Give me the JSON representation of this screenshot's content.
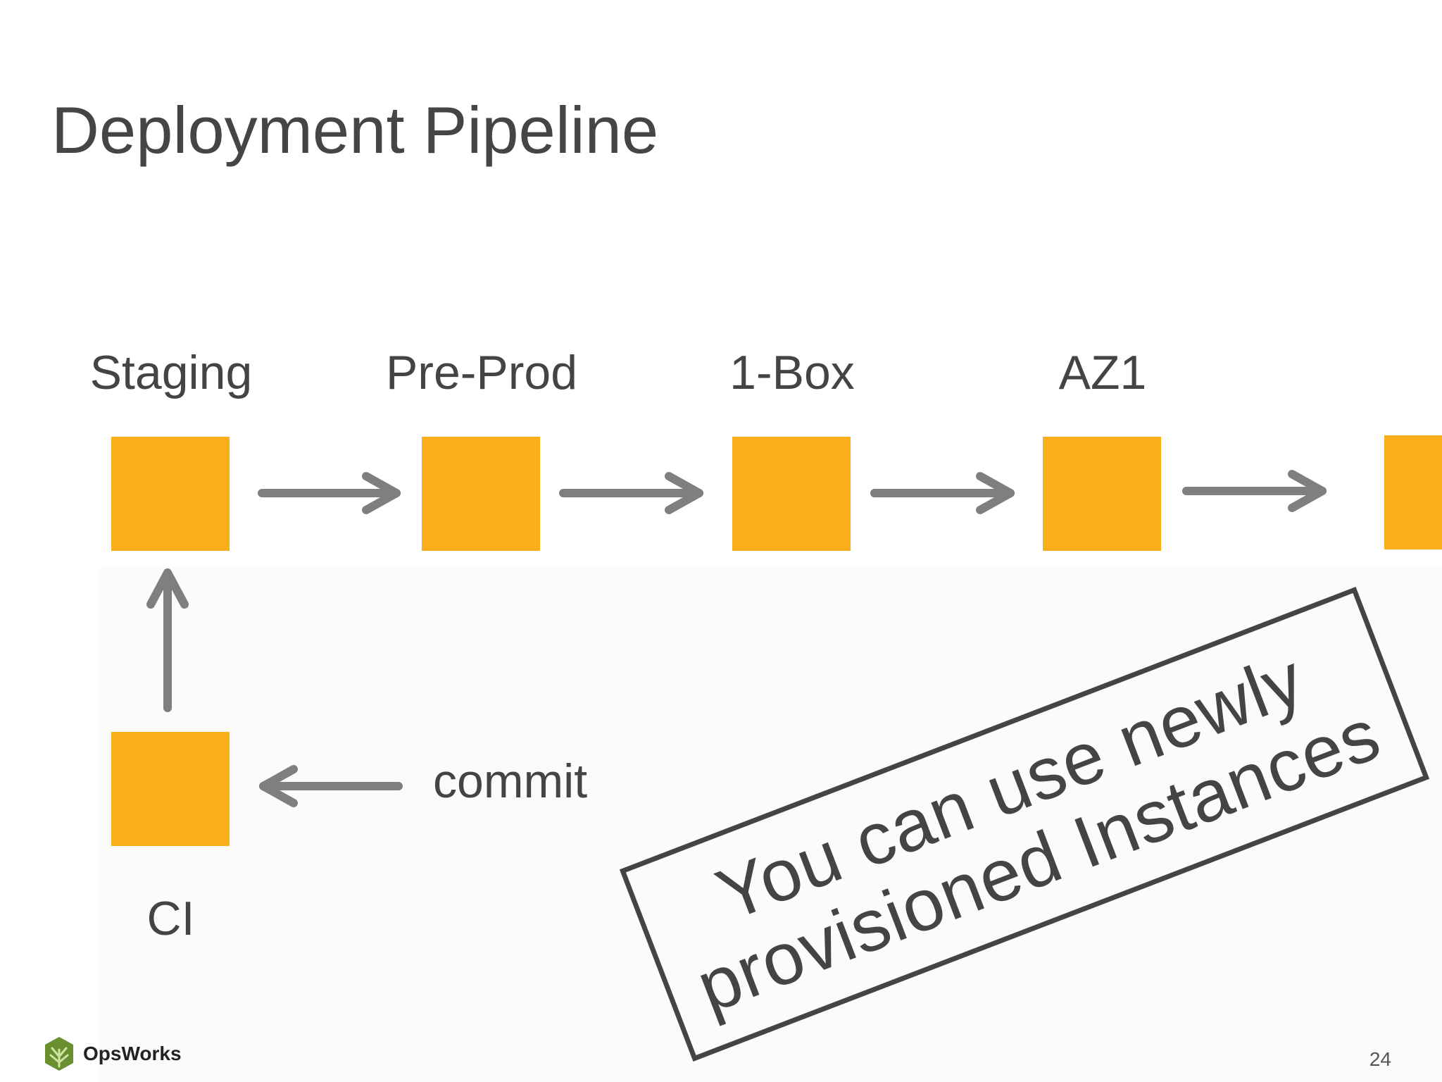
{
  "slide": {
    "title": "Deployment Pipeline",
    "page_number": "24"
  },
  "pipeline": {
    "stages": [
      {
        "label": "Staging"
      },
      {
        "label": "Pre-Prod"
      },
      {
        "label": "1-Box"
      },
      {
        "label": "AZ1"
      }
    ],
    "ci_label": "CI",
    "commit_label": "commit",
    "box_color": "#FBAE1C",
    "arrow_color": "#7F7F7F"
  },
  "stamp": {
    "line1": "You can use newly",
    "line2": "provisioned Instances"
  },
  "logo": {
    "name": "OpsWorks",
    "icon": "opsworks-logo-icon"
  }
}
